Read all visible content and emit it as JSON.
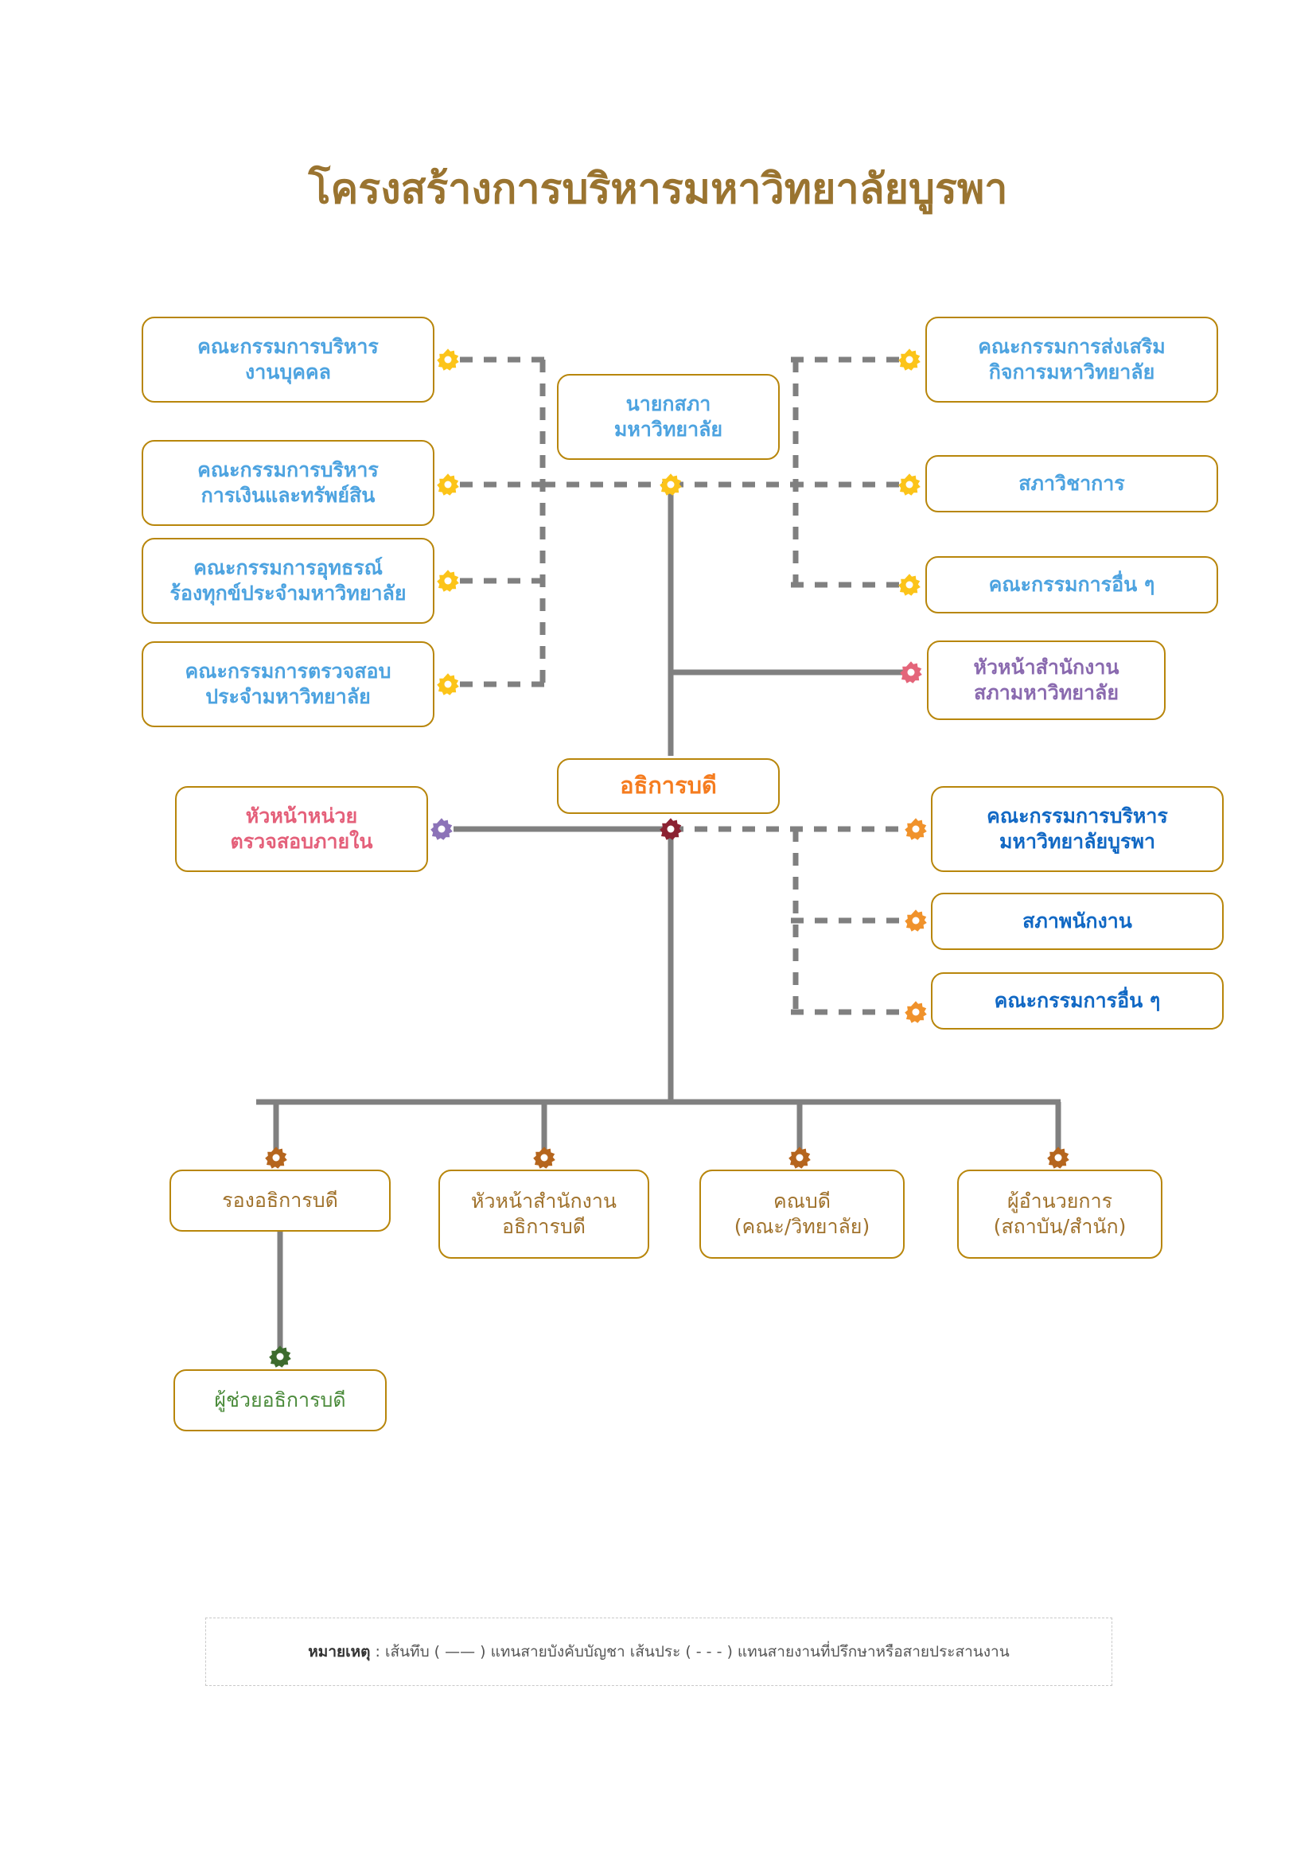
{
  "title": "โครงสร้างการบริหารมหาวิทยาลัยบูรพา",
  "chart_data": {
    "type": "diagram",
    "diagram_type": "organization-chart",
    "title": "โครงสร้างการบริหารมหาวิทยาลัยบูรพา",
    "line_semantics": {
      "solid": "แทนสายบังคับบัญชา",
      "dashed": "แทนสายงานที่ปรึกษาหรือสายประสานงาน"
    },
    "nodes": [
      {
        "id": "council_chair",
        "label": "นายกสภา\nมหาวิทยาลัย",
        "level": 1
      },
      {
        "id": "rector",
        "label": "อธิการบดี",
        "level": 2
      },
      {
        "id": "hr_committee",
        "label": "คณะกรรมการบริหาร\nงานบุคคล",
        "level": 1,
        "relation": "dashed"
      },
      {
        "id": "finance_committee",
        "label": "คณะกรรมการบริหาร\nการเงินและทรัพย์สิน",
        "level": 1,
        "relation": "dashed"
      },
      {
        "id": "appeal_committee",
        "label": "คณะกรรมการอุทธรณ์\nร้องทุกข์ประจำมหาวิทยาลัย",
        "level": 1,
        "relation": "dashed"
      },
      {
        "id": "audit_committee",
        "label": "คณะกรรมการตรวจสอบ\nประจำมหาวิทยาลัย",
        "level": 1,
        "relation": "dashed"
      },
      {
        "id": "promotion_committee",
        "label": "คณะกรรมการส่งเสริม\nกิจการมหาวิทยาลัย",
        "level": 1,
        "relation": "dashed"
      },
      {
        "id": "academic_council",
        "label": "สภาวิชาการ",
        "level": 1,
        "relation": "dashed"
      },
      {
        "id": "other_committee_top",
        "label": "คณะกรรมการอื่น ๆ",
        "level": 1,
        "relation": "dashed"
      },
      {
        "id": "council_office_head",
        "label": "หัวหน้าสำนักงาน\nสภามหาวิทยาลัย",
        "level": 1,
        "relation": "solid"
      },
      {
        "id": "internal_audit_head",
        "label": "หัวหน้าหน่วย\nตรวจสอบภายใน",
        "level": 2,
        "relation": "solid"
      },
      {
        "id": "exec_committee",
        "label": "คณะกรรมการบริหาร\nมหาวิทยาลัยบูรพา",
        "level": 2,
        "relation": "dashed"
      },
      {
        "id": "staff_council",
        "label": "สภาพนักงาน",
        "level": 2,
        "relation": "dashed"
      },
      {
        "id": "other_committee_bottom",
        "label": "คณะกรรมการอื่น ๆ",
        "level": 2,
        "relation": "dashed"
      },
      {
        "id": "vice_rector",
        "label": "รองอธิการบดี",
        "level": 3,
        "relation": "solid"
      },
      {
        "id": "rector_office_head",
        "label": "หัวหน้าสำนักงาน\nอธิการบดี",
        "level": 3,
        "relation": "solid"
      },
      {
        "id": "dean",
        "label": "คณบดี\n(คณะ/วิทยาลัย)",
        "level": 3,
        "relation": "solid"
      },
      {
        "id": "director",
        "label": "ผู้อำนวยการ\n(สถาบัน/สำนัก)",
        "level": 3,
        "relation": "solid"
      },
      {
        "id": "assistant_rector",
        "label": "ผู้ช่วยอธิการบดี",
        "level": 4,
        "relation": "solid"
      }
    ],
    "edges": [
      {
        "from": "council_chair",
        "to": "hr_committee",
        "style": "dashed"
      },
      {
        "from": "council_chair",
        "to": "finance_committee",
        "style": "dashed"
      },
      {
        "from": "council_chair",
        "to": "appeal_committee",
        "style": "dashed"
      },
      {
        "from": "council_chair",
        "to": "audit_committee",
        "style": "dashed"
      },
      {
        "from": "council_chair",
        "to": "promotion_committee",
        "style": "dashed"
      },
      {
        "from": "council_chair",
        "to": "academic_council",
        "style": "dashed"
      },
      {
        "from": "council_chair",
        "to": "other_committee_top",
        "style": "dashed"
      },
      {
        "from": "council_chair",
        "to": "council_office_head",
        "style": "solid"
      },
      {
        "from": "council_chair",
        "to": "rector",
        "style": "solid"
      },
      {
        "from": "rector",
        "to": "internal_audit_head",
        "style": "solid"
      },
      {
        "from": "rector",
        "to": "exec_committee",
        "style": "dashed"
      },
      {
        "from": "rector",
        "to": "staff_council",
        "style": "dashed"
      },
      {
        "from": "rector",
        "to": "other_committee_bottom",
        "style": "dashed"
      },
      {
        "from": "rector",
        "to": "vice_rector",
        "style": "solid"
      },
      {
        "from": "rector",
        "to": "rector_office_head",
        "style": "solid"
      },
      {
        "from": "rector",
        "to": "dean",
        "style": "solid"
      },
      {
        "from": "rector",
        "to": "director",
        "style": "solid"
      },
      {
        "from": "vice_rector",
        "to": "assistant_rector",
        "style": "solid"
      }
    ]
  },
  "nodes": {
    "council_chair": {
      "line1": "นายกสภา",
      "line2": "มหาวิทยาลัย"
    },
    "rector": {
      "line1": "อธิการบดี"
    },
    "hr_committee": {
      "line1": "คณะกรรมการบริหาร",
      "line2": "งานบุคคล"
    },
    "finance_committee": {
      "line1": "คณะกรรมการบริหาร",
      "line2": "การเงินและทรัพย์สิน"
    },
    "appeal_committee": {
      "line1": "คณะกรรมการอุทธรณ์",
      "line2": "ร้องทุกข์ประจำมหาวิทยาลัย"
    },
    "audit_committee": {
      "line1": "คณะกรรมการตรวจสอบ",
      "line2": "ประจำมหาวิทยาลัย"
    },
    "promotion_committee": {
      "line1": "คณะกรรมการส่งเสริม",
      "line2": "กิจการมหาวิทยาลัย"
    },
    "academic_council": {
      "line1": "สภาวิชาการ"
    },
    "other_committee_top": {
      "line1": "คณะกรรมการอื่น ๆ"
    },
    "council_office_head": {
      "line1": "หัวหน้าสำนักงาน",
      "line2": "สภามหาวิทยาลัย"
    },
    "internal_audit_head": {
      "line1": "หัวหน้าหน่วย",
      "line2": "ตรวจสอบภายใน"
    },
    "exec_committee": {
      "line1": "คณะกรรมการบริหาร",
      "line2": "มหาวิทยาลัยบูรพา"
    },
    "staff_council": {
      "line1": "สภาพนักงาน"
    },
    "other_committee_bottom": {
      "line1": "คณะกรรมการอื่น ๆ"
    },
    "vice_rector": {
      "line1": "รองอธิการบดี"
    },
    "rector_office_head": {
      "line1": "หัวหน้าสำนักงาน",
      "line2": "อธิการบดี"
    },
    "dean": {
      "line1": "คณบดี",
      "line2": "(คณะ/วิทยาลัย)"
    },
    "director": {
      "line1": "ผู้อำนวยการ",
      "line2": "(สถาบัน/สำนัก)"
    },
    "assistant_rector": {
      "line1": "ผู้ช่วยอธิการบดี"
    }
  },
  "legend": {
    "prefix": "หมายเหตุ",
    "text": " : เส้นทึบ  ( —— ) แทนสายบังคับบัญชา  เส้นประ ( - - - ) แทนสายงานที่ปรึกษาหรือสายประสานงาน"
  },
  "colors": {
    "title": "#9a7430",
    "box_border": "#b8860b",
    "wire": "#808080",
    "gear_gold": "#fcc419",
    "gear_orange": "#f0922b",
    "gear_brown": "#b5651d",
    "gear_rose": "#e4657a",
    "gear_purple": "#8c73b8",
    "gear_darkred": "#8b2232",
    "gear_green": "#3d6b2e",
    "text_blue": "#4da3e0",
    "text_blue_dark": "#1168c4",
    "text_purple": "#8a6aaf",
    "text_rose": "#e4607a",
    "text_orange": "#f57c1f",
    "text_brown": "#a0722c",
    "text_green": "#4b8b3b"
  }
}
